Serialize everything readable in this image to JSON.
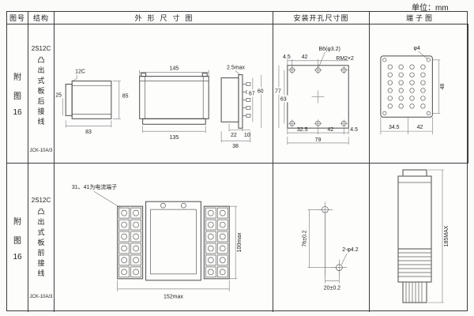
{
  "unit": "单位：mm",
  "headers": {
    "figure": "图号",
    "structure": "结构",
    "outline": "外形尺寸图",
    "mounting": "安装开孔尺寸图",
    "terminal": "端子图"
  },
  "rows": [
    {
      "fig": [
        "附",
        "图",
        "16"
      ],
      "model": "2S12C",
      "structure": "凸出式板后接线",
      "type": "JCK-10A/3",
      "outline": {
        "case_label": "12C",
        "d25": "25",
        "d83": "83",
        "d85": "85",
        "d145": "145",
        "d135": "135",
        "dmax": "2.5max",
        "d67": "67",
        "d60": "60",
        "d22": "22",
        "d10": "10",
        "d38": "38"
      },
      "mounting": {
        "d45_top": "4.5",
        "d42_top": "42",
        "hole_note": "B6(φ3.2)",
        "screw_note": "RM2×2",
        "d77": "77",
        "d63": "63",
        "d325": "32.5",
        "d42_bottom": "42",
        "d45_bottom": "4.5",
        "d79": "79"
      },
      "terminal": {
        "hole_note": "φ4",
        "d48": "48",
        "d345": "34.5",
        "d42": "42"
      }
    },
    {
      "fig": [
        "附",
        "图",
        "16"
      ],
      "model": "2S12C",
      "structure": "凸出式板前接线",
      "type": "JCK-10A/3",
      "outline": {
        "note": "31、41为电流端子",
        "d152": "152max",
        "d100": "100max"
      },
      "mounting": {
        "d76": "76±0.2",
        "holes_note": "2-φ4.2",
        "d20": "20±0.2"
      },
      "terminal": {
        "d185": "185MAX"
      }
    }
  ]
}
